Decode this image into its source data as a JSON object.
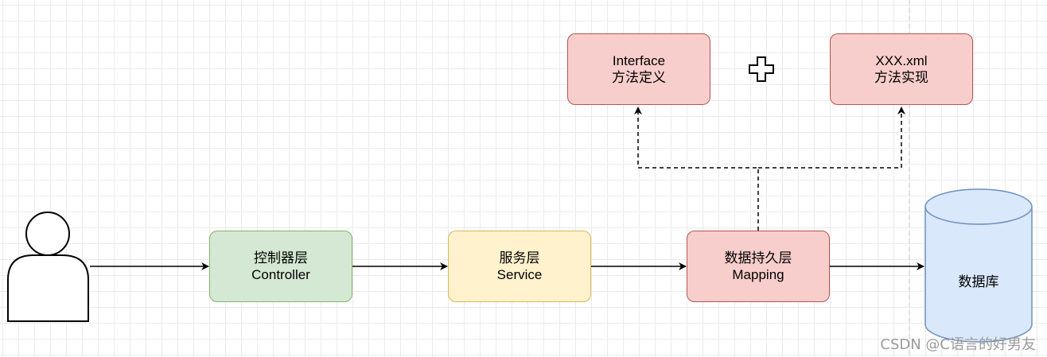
{
  "nodes": {
    "controller": {
      "line1": "控制器层",
      "line2": "Controller",
      "color": "#d5e8d4",
      "border": "#82b366"
    },
    "service": {
      "line1": "服务层",
      "line2": "Service",
      "color": "#fff2cc",
      "border": "#d6b656"
    },
    "mapping": {
      "line1": "数据持久层",
      "line2": "Mapping",
      "color": "#f8cecc",
      "border": "#b85450"
    },
    "interface": {
      "line1": "Interface",
      "line2": "方法定义",
      "color": "#f8cecc",
      "border": "#b85450"
    },
    "xml": {
      "line1": "XXX.xml",
      "line2": "方法实现",
      "color": "#f8cecc",
      "border": "#b85450"
    },
    "database": {
      "label": "数据库",
      "color": "#dae8fc",
      "border": "#6c8ebf"
    }
  },
  "icons": {
    "user": "user-actor-icon",
    "plus": "plus-icon"
  },
  "watermark": "CSDN @C语言的好男友"
}
